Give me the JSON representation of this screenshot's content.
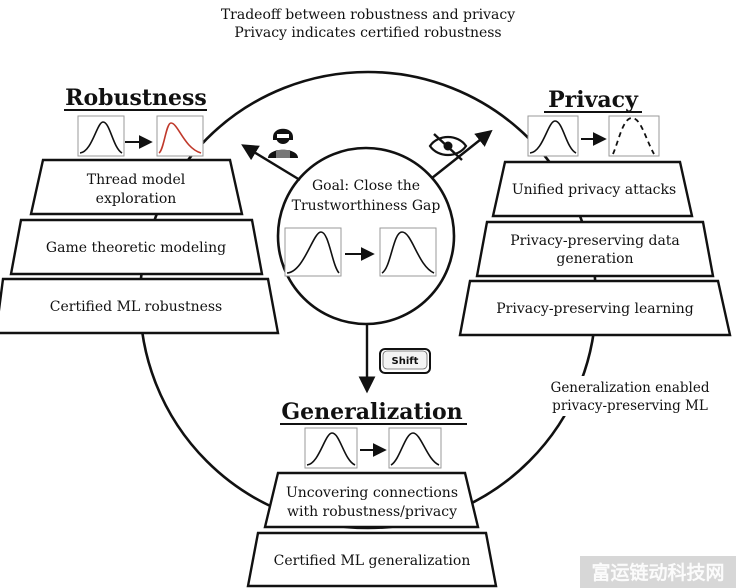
{
  "top_note": {
    "line1": "Tradeoff between robustness and privacy",
    "line2": "Privacy indicates certified robustness"
  },
  "robustness": {
    "title": "Robustness",
    "boxes": [
      {
        "line1": "Thread model",
        "line2": "exploration"
      },
      {
        "line1": "Game theoretic modeling"
      },
      {
        "line1": "Certified ML robustness"
      }
    ]
  },
  "privacy": {
    "title": "Privacy",
    "boxes": [
      {
        "line1": "Unified privacy attacks"
      },
      {
        "line1": "Privacy-preserving data",
        "line2": "generation"
      },
      {
        "line1": "Privacy-preserving learning"
      }
    ]
  },
  "goal": {
    "line1": "Goal: Close the",
    "line2": "Trustworthiness Gap"
  },
  "shift_key": "Shift",
  "side_note": {
    "line1": "Generalization enabled",
    "line2": "privacy-preserving ML"
  },
  "generalization": {
    "title": "Generalization",
    "boxes": [
      {
        "line1": "Uncovering connections",
        "line2": "with robustness/privacy"
      },
      {
        "line1": "Certified ML generalization"
      }
    ]
  },
  "watermark": "富运链动科技网",
  "icons": {
    "hacker": "hacker-icon",
    "hidden_eye": "eye-slash-icon",
    "keyboard": "shift-key-icon"
  },
  "colors": {
    "ink": "#111111",
    "red_curve": "#c0392b",
    "watermark_bg": "#c9c9c9"
  }
}
